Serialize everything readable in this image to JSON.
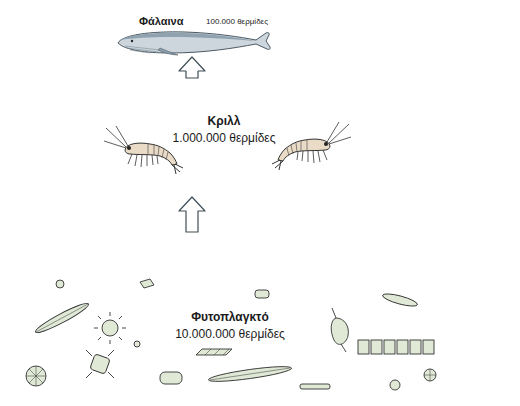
{
  "diagram": {
    "nodes": [
      {
        "text": [
          "Φάλαινα",
          "100.000 θερμίδες"
        ]
      },
      {
        "text": [
          "Κριλλ",
          "1.000.000 θερμίδες"
        ]
      },
      {
        "text": [
          "Φυτοπλαγκτό",
          "10.000.000 θερμίδες"
        ]
      }
    ],
    "edges": [
      {
        "from": 2,
        "to": 1,
        "arrow": "to"
      },
      {
        "from": 1,
        "to": 0,
        "arrow": "to"
      }
    ]
  }
}
